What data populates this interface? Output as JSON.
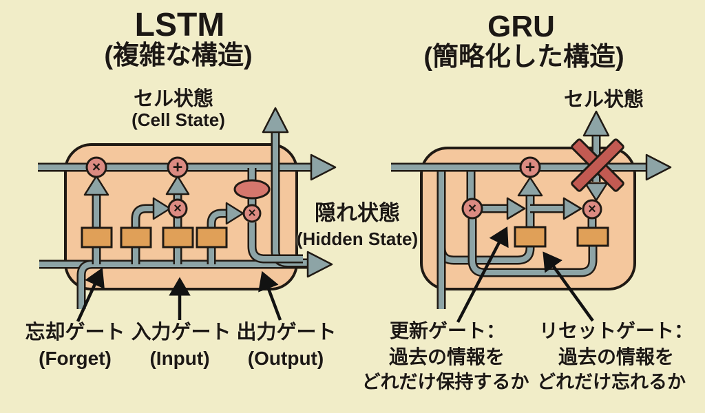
{
  "colors": {
    "background": "#f1edc8",
    "cell_fill": "#f4c79d",
    "outline": "#201a14",
    "pipe": "#8da4a6",
    "gate_fill": "#e0a058",
    "op_circle": "#dc8b82",
    "tanh_ellipse": "#d6776d",
    "cross_out_red": "#c25a52",
    "text": "#1c1814"
  },
  "lstm": {
    "title": "LSTM",
    "subtitle": "(複雑な構造)",
    "cell_state_jp": "セル状態",
    "cell_state_en": "(Cell State)",
    "ops": {
      "forget_multiply": "×",
      "add": "+",
      "input_multiply": "×",
      "output_multiply": "×"
    },
    "gate_labels": [
      {
        "jp": "忘却ゲート",
        "en": "(Forget)"
      },
      {
        "jp": "入力ゲート",
        "en": "(Input)"
      },
      {
        "jp": "出力ゲート",
        "en": "(Output)"
      }
    ]
  },
  "hidden_state": {
    "jp": "隠れ状態",
    "en": "(Hidden State)"
  },
  "gru": {
    "title": "GRU",
    "subtitle": "(簡略化した構造)",
    "cell_state_jp": "セル状態",
    "ops": {
      "left_multiply": "×",
      "add": "+",
      "right_multiply": "×"
    },
    "gate_labels": [
      {
        "line1": "更新ゲート：",
        "line2": "過去の情報を",
        "line3": "どれだけ保持するか"
      },
      {
        "line1": "リセットゲート：",
        "line2": "過去の情報を",
        "line3": "どれだけ忘れるか"
      }
    ]
  },
  "icons": {
    "multiply_op": "×",
    "add_op": "+",
    "cross_out": "✕",
    "flow_arrow": "→"
  }
}
